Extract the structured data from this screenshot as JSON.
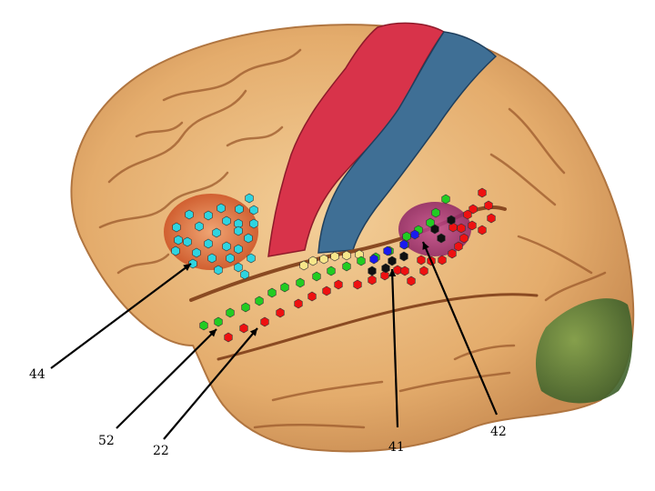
{
  "labels": {
    "area_44": "44",
    "area_52": "52",
    "area_22": "22",
    "area_41": "41",
    "area_42": "42"
  },
  "colors": {
    "background": "#ffffff",
    "cortex": "#e9b77d",
    "cortex_shade": "#c98c52",
    "sulcus": "#8a4a22",
    "motor_strip": "#d8334a",
    "sensory_strip": "#3f6f95",
    "broca_region": "#d8662c",
    "auditory_region": "#a8327a",
    "occipital_region": "#4f7a3a",
    "marker_cyan": "#2fd4e0",
    "marker_green": "#22cc22",
    "marker_red": "#ee1111",
    "marker_yellow": "#f7e68a",
    "marker_blue": "#1a1aee",
    "marker_black": "#111111",
    "leader_line": "#000000"
  },
  "icons": {
    "marker_shape": "hexagon"
  }
}
